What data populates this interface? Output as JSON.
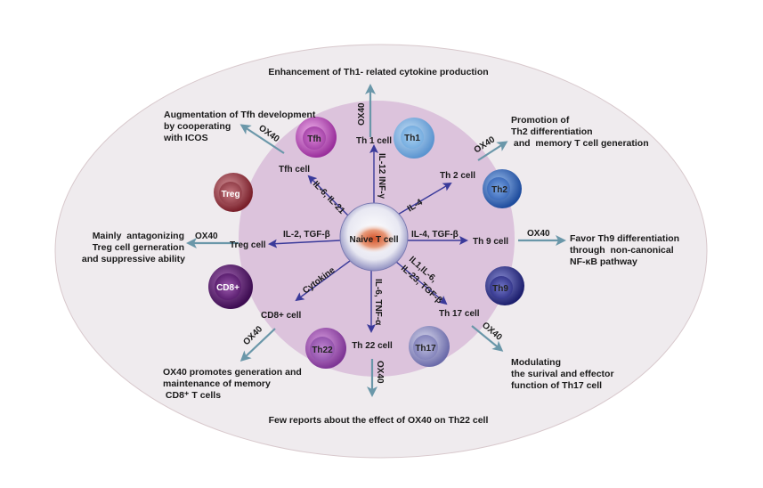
{
  "center": {
    "label": "Naive T cell"
  },
  "colors": {
    "outer_ellipse": "#efebee",
    "outer_border": "#d8c8cc",
    "inner_disc": "#dcc3dc",
    "cytokine_arrow": "#3a3a9a",
    "ox40_arrow": "#6a97a9"
  },
  "branches": {
    "th1": {
      "cytokine": "IL-12 INF-γ",
      "target": "Th 1 cell",
      "ox40": "OX40",
      "effect": [
        "Enhancement of Th1- related cytokine production"
      ],
      "cell": "Th1"
    },
    "th2": {
      "cytokine": "IL-4",
      "target": "Th 2 cell",
      "ox40": "OX40",
      "effect": [
        "Promotion of",
        "Th2 differentiation",
        " and  memory T cell generation"
      ],
      "cell": "Th2"
    },
    "th9": {
      "cytokine": "IL-4, TGF-β",
      "target": "Th 9 cell",
      "ox40": "OX40",
      "effect": [
        "Favor Th9 differentiation",
        "through  non-canonical",
        "NF-κB pathway"
      ],
      "cell": "Th9"
    },
    "th17": {
      "cytokine": [
        "IL1,IL-6,",
        "IL-23, TGF-β"
      ],
      "target": "Th 17 cell",
      "ox40": "OX40",
      "effect": [
        "Modulating",
        "the surival and effector",
        "function of Th17 cell"
      ],
      "cell": "Th17"
    },
    "th22": {
      "cytokine": "IL-6, TNF-α",
      "target": "Th 22 cell",
      "ox40": "OX40",
      "effect": [
        "Few reports about the effect of OX40 on Th22 cell"
      ],
      "cell": "Th22"
    },
    "cd8": {
      "cytokine": "Cytokine",
      "target": "CD8+ cell",
      "ox40": "OX40",
      "effect": [
        "OX40 promotes generation and",
        "maintenance of memory",
        " CD8⁺ T cells"
      ],
      "cell": "CD8+"
    },
    "treg": {
      "cytokine": "IL-2, TGF-β",
      "target": "Treg cell",
      "ox40": "OX40",
      "effect": [
        "Mainly  antagonizing",
        "Treg cell gerneration",
        "and suppressive ability"
      ],
      "cell": "Treg"
    },
    "tfh": {
      "cytokine": "IL-6, IL-21",
      "target": "Tfh cell",
      "ox40": "OX40",
      "effect": [
        "Augmentation of Tfh development",
        "by cooperating",
        "with ICOS"
      ],
      "cell": "Tfh"
    }
  }
}
